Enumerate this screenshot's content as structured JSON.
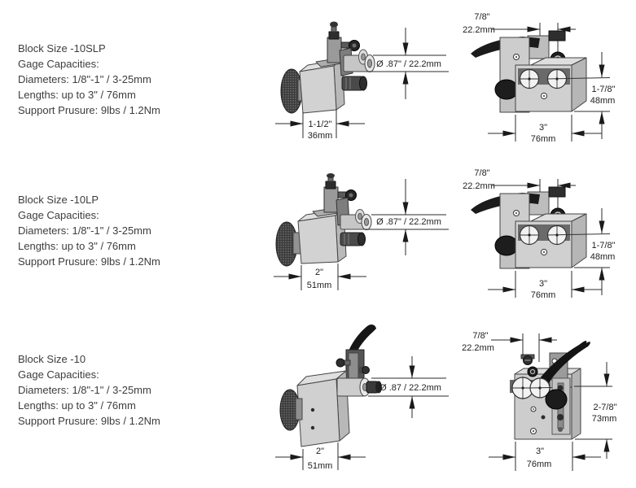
{
  "colors": {
    "background": "#ffffff",
    "spec_text": "#3d3d3d",
    "drawing_line": "#2b2b2b",
    "metal_light": "#d2d2d2",
    "metal_mid": "#b8b8b8",
    "metal_dark": "#1d1d1d"
  },
  "rows": [
    {
      "specs": {
        "block_size": "Block Size -10SLP",
        "gage_capacities": "Gage Capacities:",
        "diameters": "Diameters: 1/8\"-1\" / 3-25mm",
        "lengths": "Lengths: up to 3\" / 76mm",
        "support_pressure": "Support Prusure: 9lbs / 1.2Nm"
      },
      "side_view": {
        "diameter_label": "Ø .87\" / 22.2mm",
        "width_in": "1-1/2\"",
        "width_mm": "36mm"
      },
      "front_view": {
        "offset_in": "7/8\"",
        "offset_mm": "22.2mm",
        "height_in": "1-7/8\"",
        "height_mm": "48mm",
        "width_in": "3\"",
        "width_mm": "76mm"
      }
    },
    {
      "specs": {
        "block_size": "Block Size -10LP",
        "gage_capacities": "Gage Capacities:",
        "diameters": "Diameters: 1/8\"-1\" / 3-25mm",
        "lengths": "Lengths: up to 3\" / 76mm",
        "support_pressure": "Support Prusure: 9lbs / 1.2Nm"
      },
      "side_view": {
        "diameter_label": "Ø .87\" / 22.2mm",
        "width_in": "2\"",
        "width_mm": "51mm"
      },
      "front_view": {
        "offset_in": "7/8\"",
        "offset_mm": "22.2mm",
        "height_in": "1-7/8\"",
        "height_mm": "48mm",
        "width_in": "3\"",
        "width_mm": "76mm"
      }
    },
    {
      "specs": {
        "block_size": "Block Size -10",
        "gage_capacities": "Gage Capacities:",
        "diameters": "Diameters: 1/8\"-1\" / 3-25mm",
        "lengths": "Lengths: up to 3\" / 76mm",
        "support_pressure": "Support Prusure: 9lbs / 1.2Nm"
      },
      "side_view": {
        "diameter_label": "Ø .87 / 22.2mm",
        "width_in": "2\"",
        "width_mm": "51mm"
      },
      "front_view": {
        "offset_in": "7/8\"",
        "offset_mm": "22.2mm",
        "height_in": "2-7/8\"",
        "height_mm": "73mm",
        "width_in": "3\"",
        "width_mm": "76mm"
      }
    }
  ]
}
